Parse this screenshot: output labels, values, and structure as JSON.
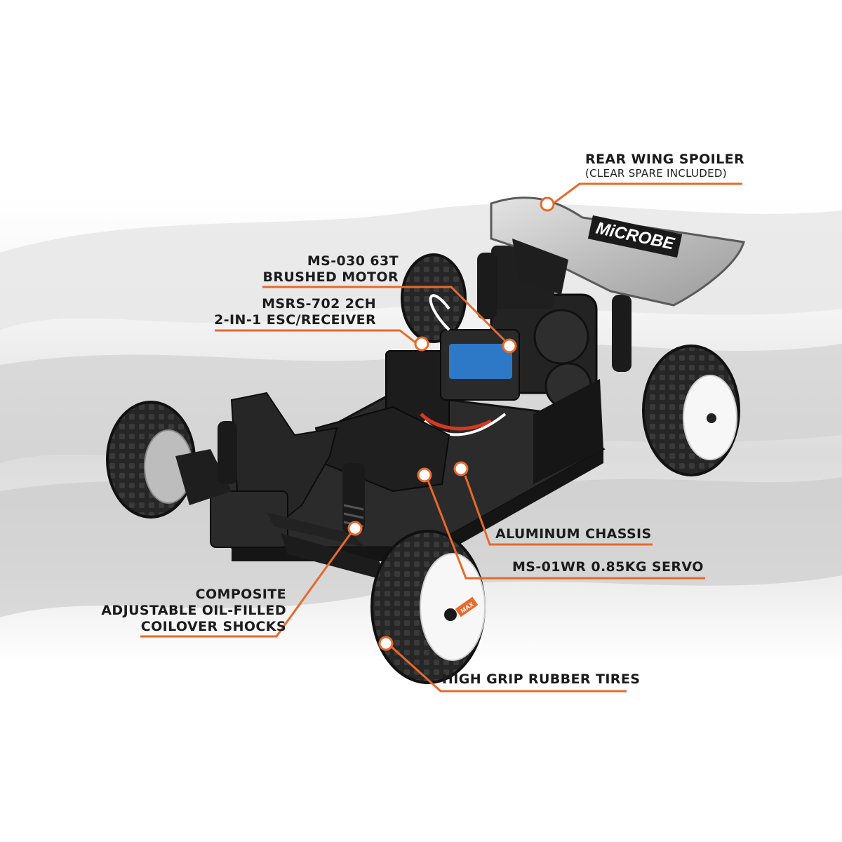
{
  "accent_color": "#e8692a",
  "callouts": {
    "rear_wing": {
      "title": "REAR WING SPOILER",
      "subtitle": "(CLEAR SPARE INCLUDED)"
    },
    "motor": {
      "line1": "MS-030 63T",
      "line2": "BRUSHED MOTOR"
    },
    "esc": {
      "line1": "MSRS-702 2CH",
      "line2": "2-IN-1 ESC/RECEIVER"
    },
    "chassis": {
      "title": "ALUMINUM CHASSIS"
    },
    "servo": {
      "title": "MS-01WR 0.85KG SERVO"
    },
    "shocks": {
      "line1": "COMPOSITE",
      "line2": "ADJUSTABLE OIL-FILLED",
      "line3": "COILOVER SHOCKS"
    },
    "tires": {
      "title": "HIGH GRIP RUBBER TIRES"
    }
  },
  "product_photo": {
    "wing_brand_text": "MiCROBE",
    "wheel_badge_text": "MAX"
  }
}
